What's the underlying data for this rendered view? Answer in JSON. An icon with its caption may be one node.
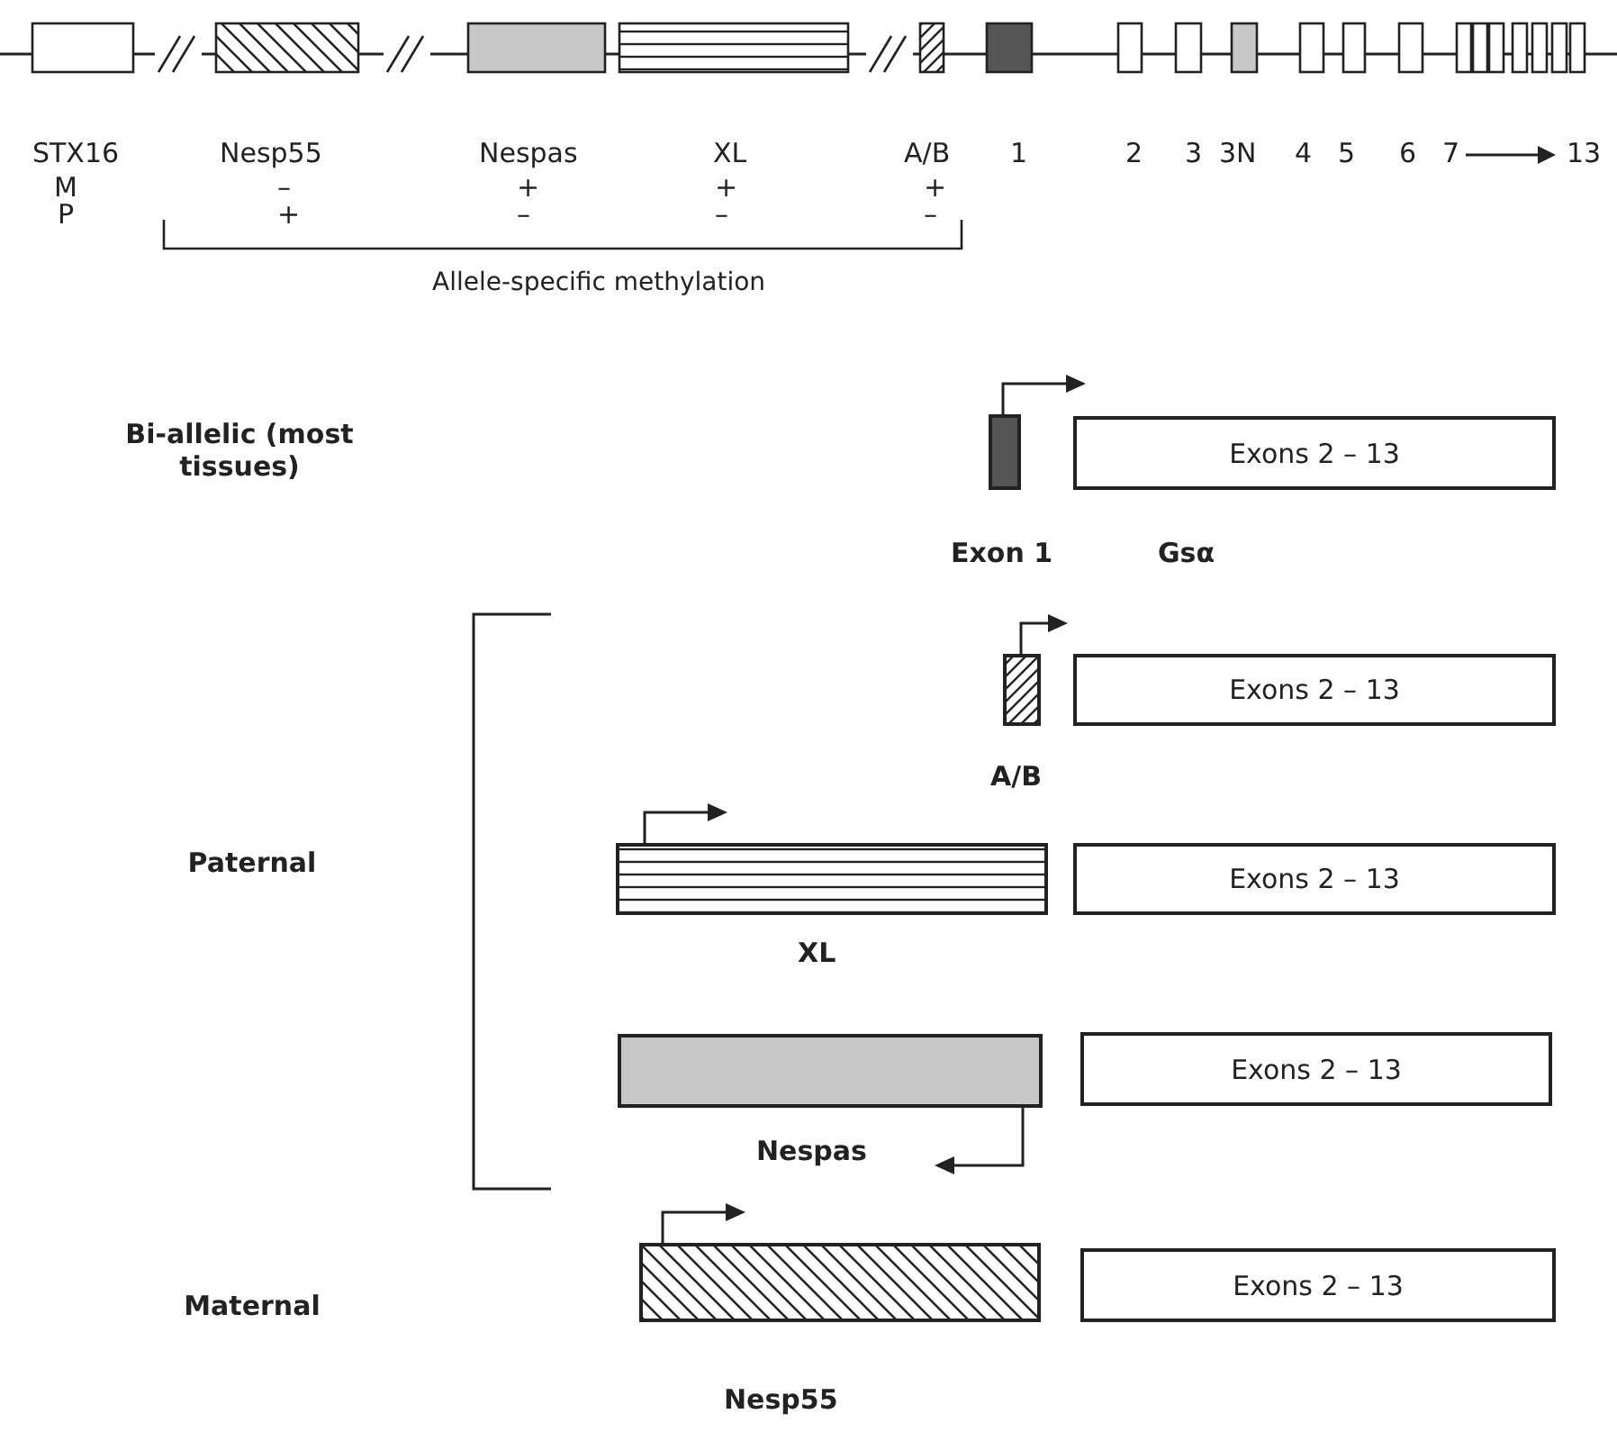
{
  "diagram": {
    "nodes": [
      {
        "text": [
          "Exon 1"
        ]
      },
      {
        "text": [
          "Exons 2 – 13"
        ],
        "beside": [
          "Gsα"
        ]
      },
      {
        "text": [
          "A/B"
        ]
      },
      {
        "text": [
          "Exons 2 – 13"
        ]
      },
      {
        "text": [
          "XL"
        ]
      },
      {
        "text": [
          "Exons 2 – 13"
        ]
      },
      {
        "text": [
          "Nespas"
        ]
      },
      {
        "text": [
          "Exons 2 – 13"
        ]
      },
      {
        "text": [
          "Nesp55"
        ]
      },
      {
        "text": [
          "Exons 2 – 13"
        ]
      }
    ],
    "edges": [
      {
        "from": 0,
        "to": null,
        "arrow": "to"
      },
      {
        "from": 2,
        "to": null,
        "arrow": "to"
      },
      {
        "from": 4,
        "to": null,
        "arrow": "to"
      },
      {
        "from": 6,
        "to": null,
        "arrow": "to"
      },
      {
        "from": 8,
        "to": null,
        "arrow": "to"
      }
    ],
    "labels": [
      "STX16",
      "Nesp55",
      "Nespas",
      "XL",
      "A/B",
      "1",
      "2",
      "3",
      "3N",
      "4",
      "5",
      "6",
      "7",
      "13",
      "M",
      "–",
      "+",
      "+",
      "+",
      "P",
      "+",
      "–",
      "–",
      "–",
      "Allele-specific methylation",
      "Bi-allelic (most tissues)",
      "Paternal",
      "Maternal"
    ]
  }
}
